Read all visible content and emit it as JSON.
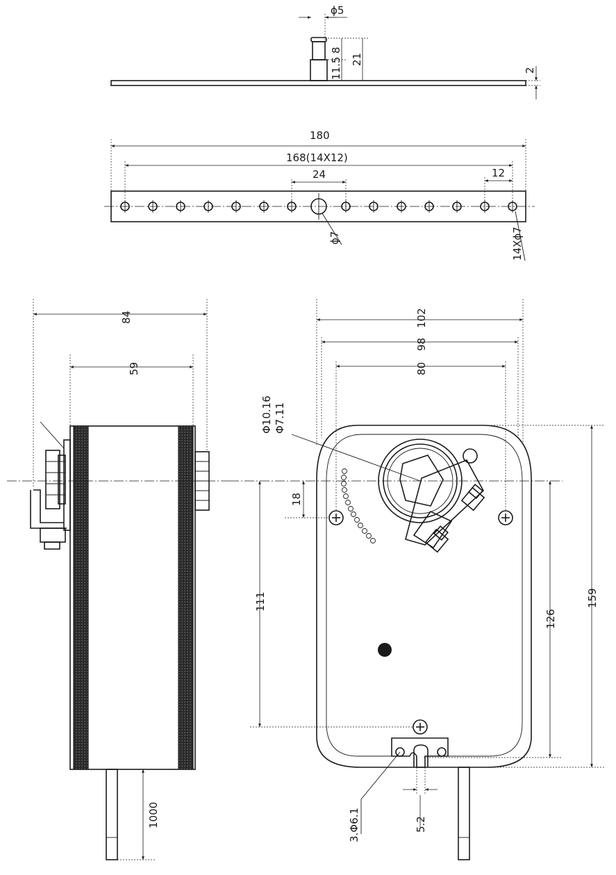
{
  "dimensions": {
    "phi5": "ϕ5",
    "d8": "8",
    "d11_5": "11.5",
    "d21": "21",
    "d2": "2",
    "d180": "180",
    "d168": "168(14X12)",
    "d24": "24",
    "d12": "12",
    "phi7": "ϕ7",
    "holes_14": "14Xϕ7",
    "d84": "84",
    "d59": "59",
    "d102": "102",
    "d98": "98",
    "d80": "80",
    "phi10_16": "Φ10.16",
    "phi7_11": "Φ7.11",
    "d18": "18",
    "d111": "111",
    "d126": "126",
    "d159": "159",
    "d1000": "1000",
    "d5_2": "5.2",
    "phi6_1": "3.Φ6.1"
  }
}
